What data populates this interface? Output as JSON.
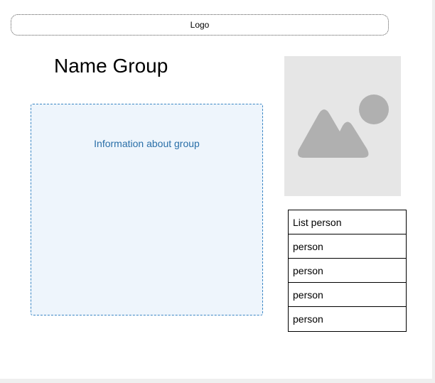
{
  "header": {
    "logo_label": "Logo"
  },
  "group": {
    "name": "Name Group",
    "info_text": "Information about group"
  },
  "image": {
    "icon": "image-placeholder-icon"
  },
  "person_list": {
    "header": "List person",
    "items": [
      "person",
      "person",
      "person",
      "person"
    ]
  },
  "colors": {
    "info_border": "#3a86c4",
    "info_background": "#eef5fc",
    "info_text": "#2a6fa8",
    "image_background": "#e6e6e6",
    "image_icon": "#b0b0b0"
  }
}
